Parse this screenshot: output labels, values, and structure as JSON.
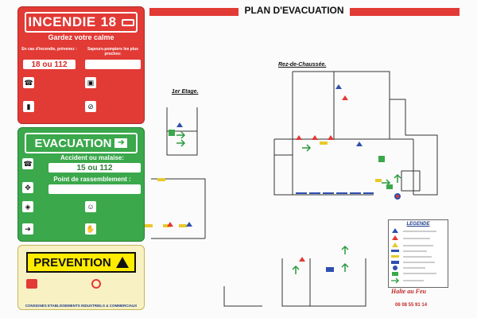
{
  "header": {
    "title": "PLAN D'EVACUATION"
  },
  "incendie": {
    "title": "INCENDIE",
    "number": "18",
    "subtitle": "Gardez votre calme",
    "left_heading": "En cas d'incendie, prévenez :",
    "emergency_numbers": "18 ou 112",
    "right_heading": "Sapeurs-pompiers les plus proches:"
  },
  "evacuation": {
    "title": "EVACUATION",
    "accident_label": "Accident ou malaise:",
    "accident_numbers": "15 ou 112",
    "assembly_label": "Point de rassemblement :"
  },
  "prevention": {
    "title": "PREVENTION",
    "footer": "CONSIGNES ETABLISSEMENTS INDUSTRIELS & COMMERCIAUX"
  },
  "floors": {
    "first": "1er Etage.",
    "ground": "Rez-de-Chaussée."
  },
  "legend": {
    "title": "LEGENDE"
  },
  "brand": {
    "name": "Halte au Feu",
    "phone": "06 08 55 91 14"
  },
  "colors": {
    "red": "#e23a35",
    "green": "#3aa84b",
    "yellow": "#ffec00",
    "blue": "#2e4fb0"
  }
}
